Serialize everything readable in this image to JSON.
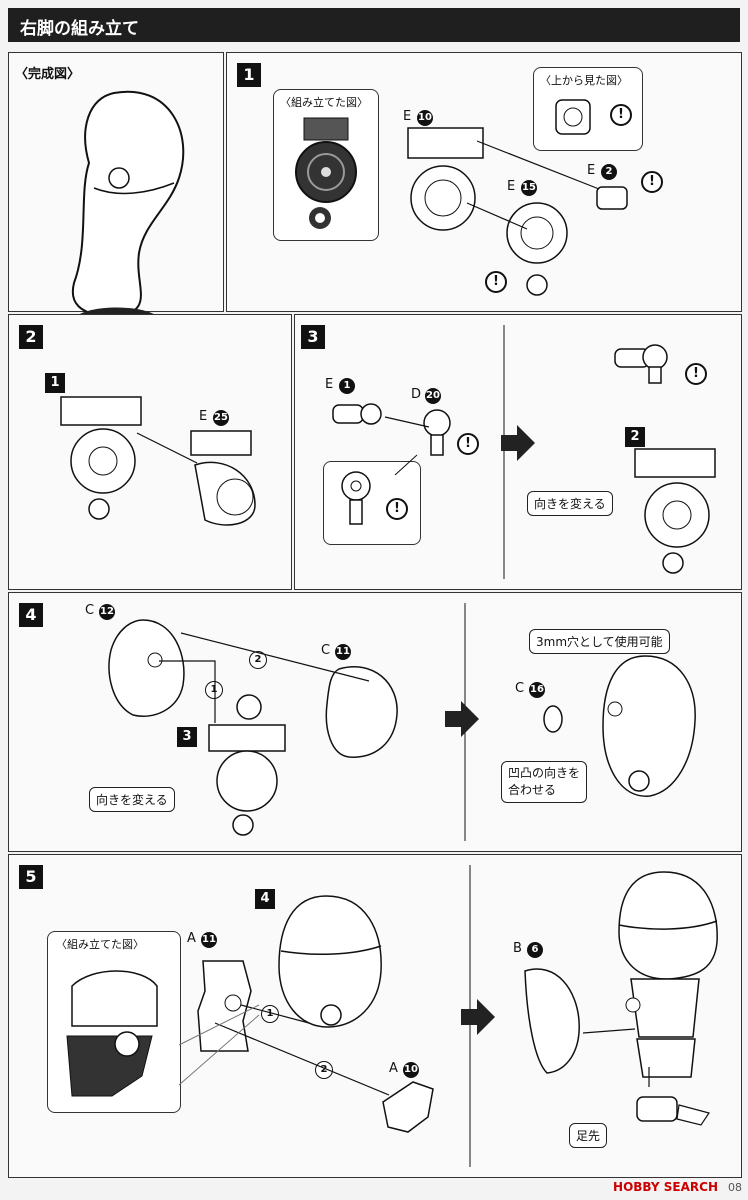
{
  "header": {
    "title": "右脚の組み立て"
  },
  "completed": {
    "label": "〈完成図〉"
  },
  "steps": {
    "s1": {
      "num": "1",
      "assembled_label": "〈組み立てた図〉",
      "top_view_label": "〈上から見た図〉",
      "part_e10": "E",
      "part_e10_num": "10",
      "part_e15": "E",
      "part_e15_num": "15",
      "part_e2": "E",
      "part_e2_num": "2"
    },
    "s2": {
      "num": "2",
      "ref": "1",
      "part": "E",
      "part_num": "25"
    },
    "s3": {
      "num": "3",
      "part_e": "E",
      "part_e_num": "1",
      "part_d": "D",
      "part_d_num": "20",
      "ref": "2",
      "callout": "向きを変える"
    },
    "s4": {
      "num": "4",
      "part_c12": "C",
      "part_c12_num": "12",
      "part_c11": "C",
      "part_c11_num": "11",
      "ref": "3",
      "order1": "1",
      "order2": "2",
      "callout": "向きを変える",
      "hole_note": "3mm穴として使用可能",
      "part_c16": "C",
      "part_c16_num": "16",
      "align_note_1": "凹凸の向きを",
      "align_note_2": "合わせる"
    },
    "s5": {
      "num": "5",
      "assembled_label": "〈組み立てた図〉",
      "part_a11": "A",
      "part_a11_num": "11",
      "ref": "4",
      "order1": "1",
      "order2": "2",
      "part_a10": "A",
      "part_a10_num": "10",
      "part_b6": "B",
      "part_b6_num": "6",
      "foot_label": "足先"
    }
  },
  "excl": "!",
  "footer": {
    "brand": "HOBBY SEARCH",
    "page_no": "08"
  }
}
